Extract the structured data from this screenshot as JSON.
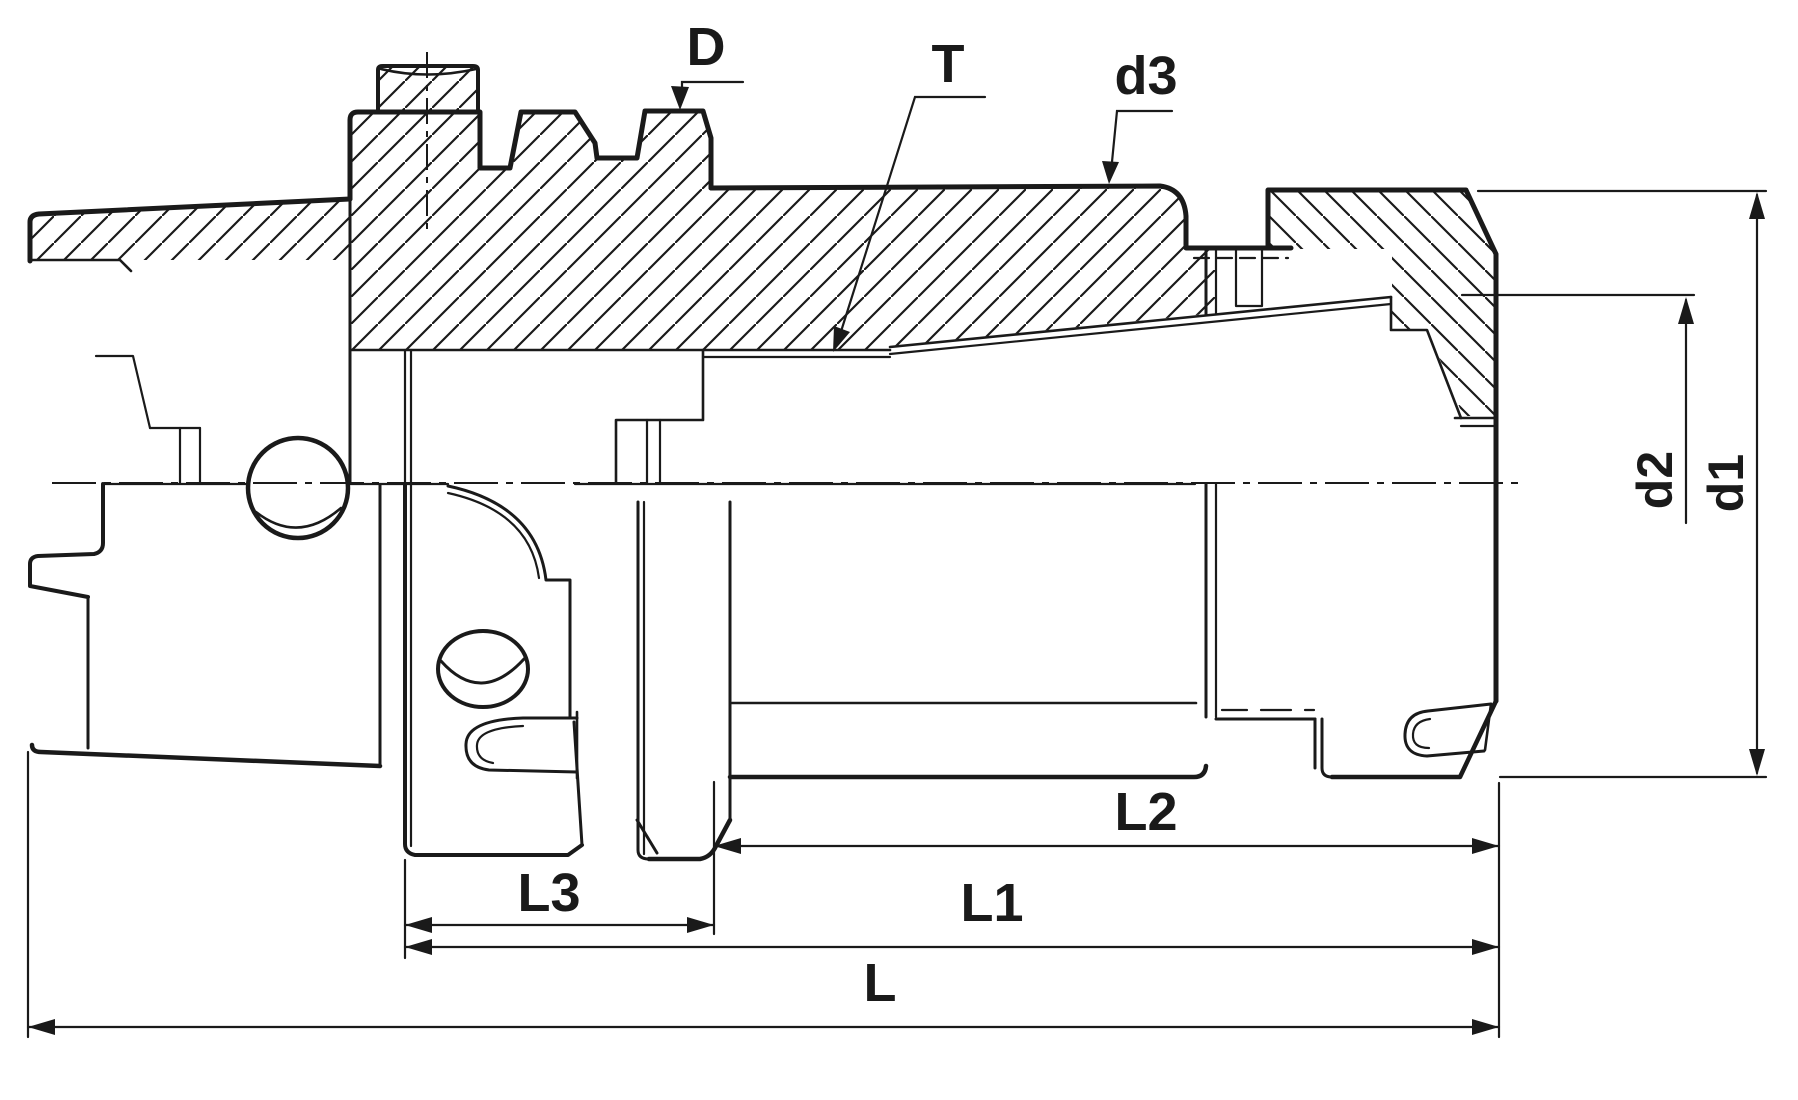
{
  "drawing": {
    "kind": "technical-section-drawing",
    "labels": {
      "D": "D",
      "T": "T",
      "d3": "d3",
      "d2": "d2",
      "d1": "d1",
      "L3": "L3",
      "L2": "L2",
      "L1": "L1",
      "L": "L"
    },
    "colors": {
      "line": "#1a1a1a",
      "background": "#ffffff"
    }
  }
}
